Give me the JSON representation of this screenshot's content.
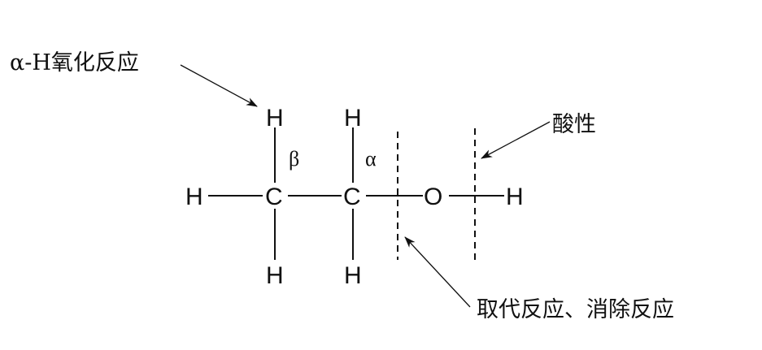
{
  "molecule": {
    "atoms": {
      "c_beta": "C",
      "c_alpha": "C",
      "oxygen": "O",
      "h_left": "H",
      "h_beta_top": "H",
      "h_beta_bottom": "H",
      "h_alpha_top": "H",
      "h_alpha_bottom": "H",
      "h_hydroxyl": "H"
    },
    "greek": {
      "beta": "β",
      "alpha": "α"
    }
  },
  "annotations": {
    "alpha_h_oxidation": "α-H氧化反应",
    "acidity": "酸性",
    "substitution_elimination": "取代反应、消除反应"
  }
}
